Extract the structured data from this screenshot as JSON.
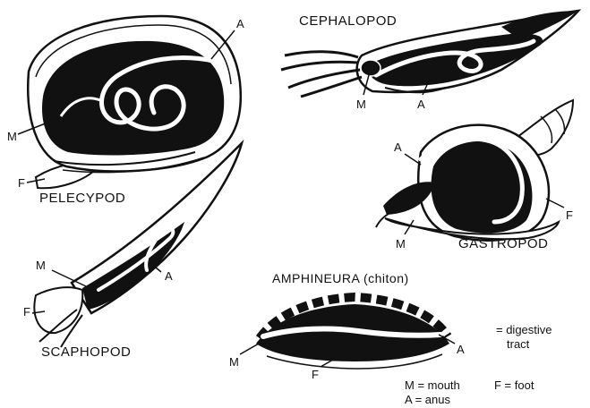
{
  "names": {
    "pelecypod": "PELECYPOD",
    "cephalopod": "CEPHALOPOD",
    "gastropod": "GASTROPOD",
    "scaphopod": "SCAPHOPOD",
    "amphineura": "AMPHINEURA (chiton)"
  },
  "marks": {
    "mouth": "M",
    "anus": "A",
    "foot": "F"
  },
  "legend": {
    "digestive_1": "= digestive",
    "digestive_2": "tract",
    "mouth": "M = mouth",
    "foot": "F = foot",
    "anus": "A = anus"
  },
  "colors": {
    "ink": "#111111",
    "paper": "#ffffff"
  }
}
